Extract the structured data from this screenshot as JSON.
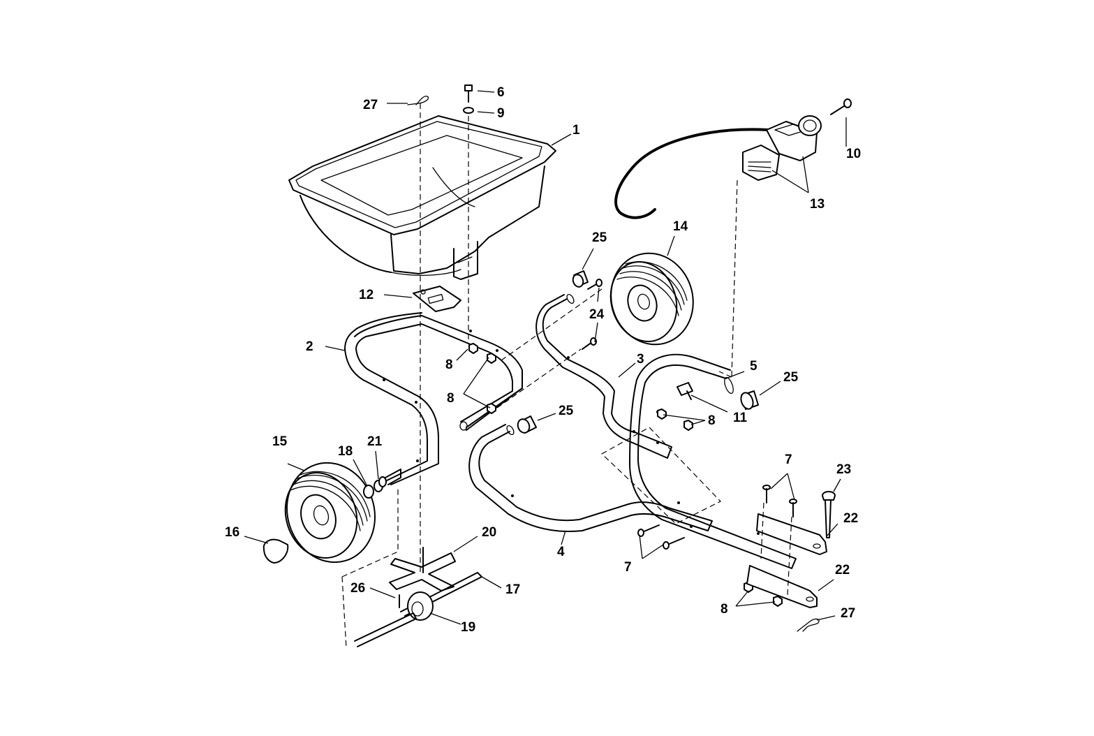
{
  "callouts": [
    {
      "id": "c1",
      "text": "1"
    },
    {
      "id": "c2",
      "text": "2"
    },
    {
      "id": "c3",
      "text": "3"
    },
    {
      "id": "c4",
      "text": "4"
    },
    {
      "id": "c5",
      "text": "5"
    },
    {
      "id": "c6",
      "text": "6"
    },
    {
      "id": "c7a",
      "text": "7"
    },
    {
      "id": "c7b",
      "text": "7"
    },
    {
      "id": "c8a",
      "text": "8"
    },
    {
      "id": "c8b",
      "text": "8"
    },
    {
      "id": "c8c",
      "text": "8"
    },
    {
      "id": "c8d",
      "text": "8"
    },
    {
      "id": "c9",
      "text": "9"
    },
    {
      "id": "c10",
      "text": "10"
    },
    {
      "id": "c11",
      "text": "11"
    },
    {
      "id": "c12",
      "text": "12"
    },
    {
      "id": "c13",
      "text": "13"
    },
    {
      "id": "c14",
      "text": "14"
    },
    {
      "id": "c15",
      "text": "15"
    },
    {
      "id": "c16",
      "text": "16"
    },
    {
      "id": "c17",
      "text": "17"
    },
    {
      "id": "c18",
      "text": "18"
    },
    {
      "id": "c19",
      "text": "19"
    },
    {
      "id": "c20",
      "text": "20"
    },
    {
      "id": "c21",
      "text": "21"
    },
    {
      "id": "c22a",
      "text": "22"
    },
    {
      "id": "c22b",
      "text": "22"
    },
    {
      "id": "c23",
      "text": "23"
    },
    {
      "id": "c24",
      "text": "24"
    },
    {
      "id": "c25a",
      "text": "25"
    },
    {
      "id": "c25b",
      "text": "25"
    },
    {
      "id": "c25c",
      "text": "25"
    },
    {
      "id": "c26",
      "text": "26"
    },
    {
      "id": "c27a",
      "text": "27"
    },
    {
      "id": "c27b",
      "text": "27"
    }
  ]
}
